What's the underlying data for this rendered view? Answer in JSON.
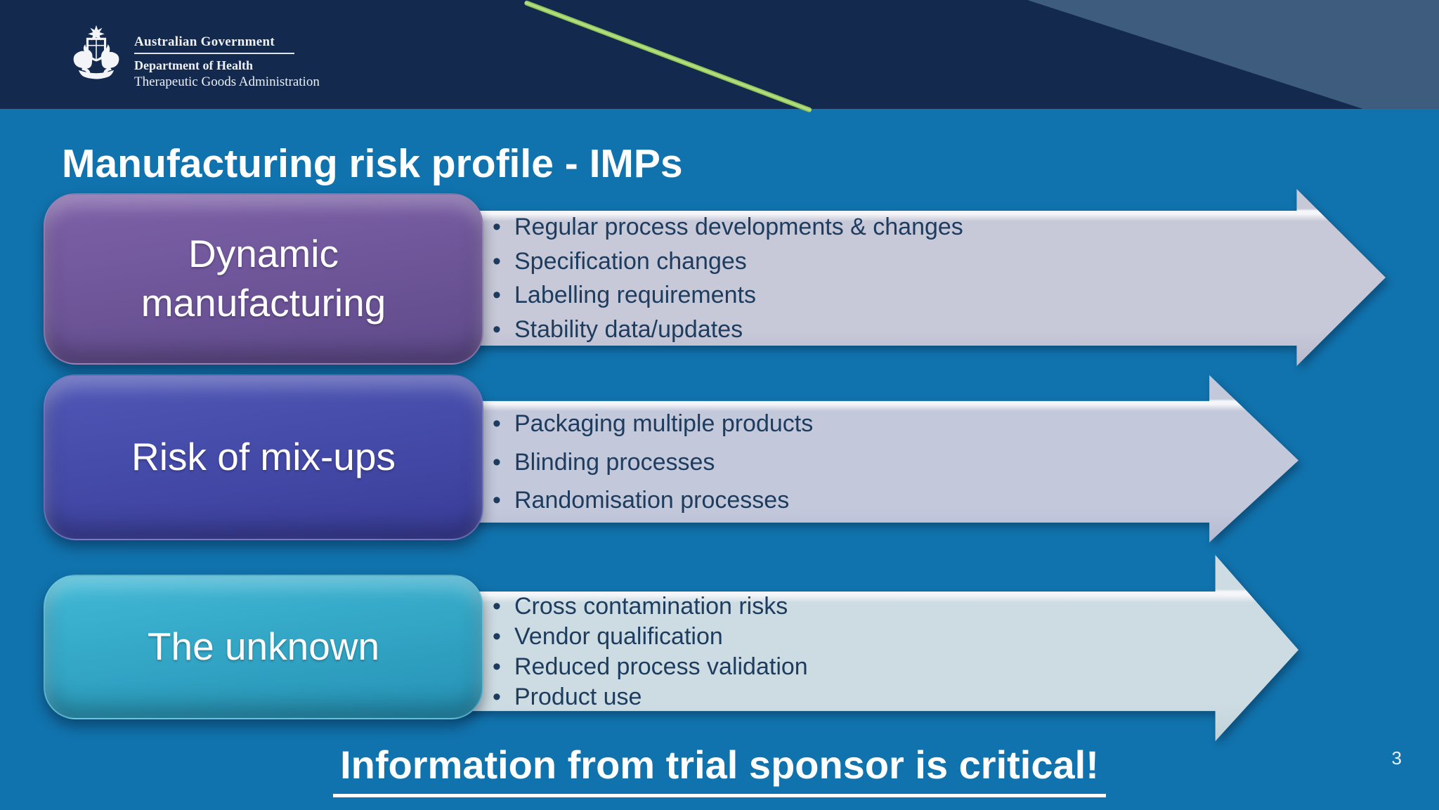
{
  "header": {
    "crest": "australian-coat-of-arms",
    "org_line1": "Australian Government",
    "org_line2": "Department of Health",
    "org_line3": "Therapeutic Goods Administration"
  },
  "slide": {
    "title": "Manufacturing risk profile - IMPs",
    "banner": "Information from trial sponsor is critical!",
    "page_number": "3"
  },
  "rows": [
    {
      "label": "Dynamic\nmanufacturing",
      "bullets": [
        "Regular process developments & changes",
        "Specification changes",
        "Labelling requirements",
        "Stability data/updates"
      ],
      "box_gradient": [
        "#7e61a8",
        "#5e4a8a"
      ],
      "arrow_gradient": [
        "#c7c8d8",
        "#b9bacd"
      ]
    },
    {
      "label": "Risk of mix-ups",
      "bullets": [
        "Packaging multiple products",
        "Blinding processes",
        "Randomisation processes"
      ],
      "box_gradient": [
        "#4f57b6",
        "#3a3d99"
      ],
      "arrow_gradient": [
        "#c3c8db",
        "#b4bad1"
      ]
    },
    {
      "label": "The unknown",
      "bullets": [
        "Cross contamination risks",
        "Vendor qualification",
        "Reduced process validation",
        "Product use"
      ],
      "box_gradient": [
        "#41b9d6",
        "#2591b4"
      ],
      "arrow_gradient": [
        "#cddce2",
        "#bfd2d9"
      ]
    }
  ],
  "colors": {
    "background": "#1173ad",
    "header_navy": "#13294e",
    "corner_triangle": "#3e5d7e",
    "accent_green": "#9ccf60",
    "bullet_text": "#1d3c5e",
    "text_white": "#ffffff"
  }
}
